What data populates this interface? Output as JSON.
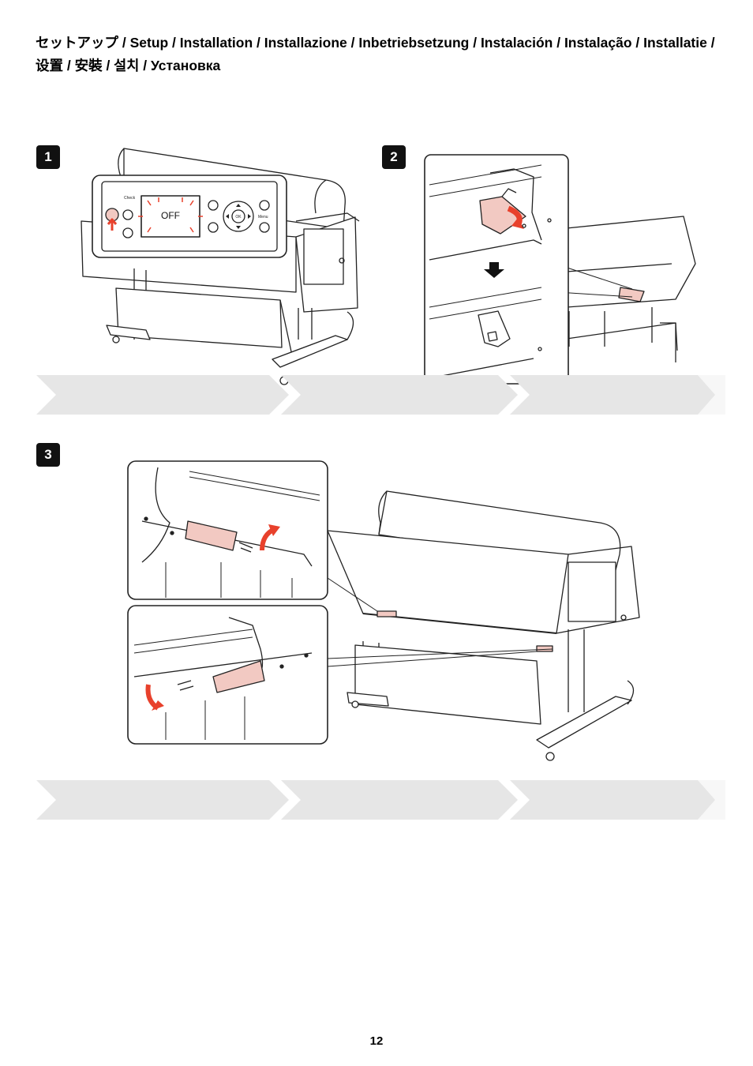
{
  "page": {
    "title": "セットアップ / Setup / Installation / Installazione / Inbetriebsetzung / Instalación / Instalação / Installatie / 设置 / 安裝 / 설치 / Установка",
    "page_number": "12"
  },
  "steps": [
    {
      "number": "1",
      "panel": {
        "display_text": "OFF",
        "check_label": "Check",
        "ok_label": "OK",
        "menu_label": "Menu"
      }
    },
    {
      "number": "2"
    },
    {
      "number": "3"
    }
  ],
  "colors": {
    "accent_red": "#e8412c",
    "part_pink": "#f2c9c2",
    "band_gray": "#e6e6e6"
  }
}
